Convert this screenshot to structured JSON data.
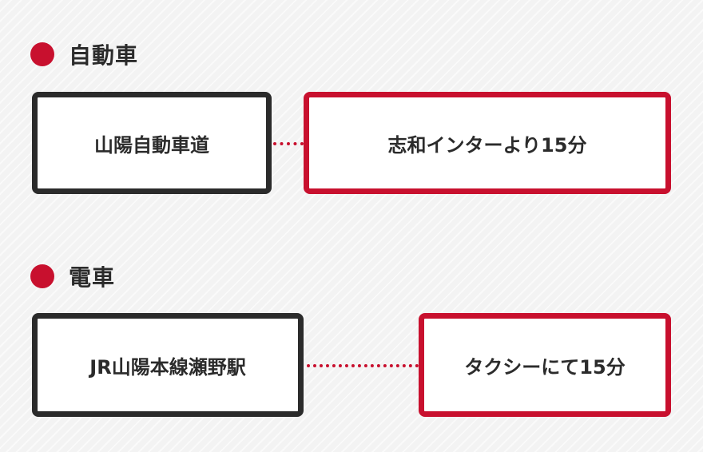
{
  "colors": {
    "accent": "#c8102e",
    "dark": "#2b2b2b",
    "background": "#f3f3f3"
  },
  "sections": {
    "car": {
      "heading": "自動車",
      "origin": "山陽自動車道",
      "destination": "志和インターより15分"
    },
    "train": {
      "heading": "電車",
      "origin": "JR山陽本線瀬野駅",
      "destination": "タクシーにて15分"
    }
  }
}
